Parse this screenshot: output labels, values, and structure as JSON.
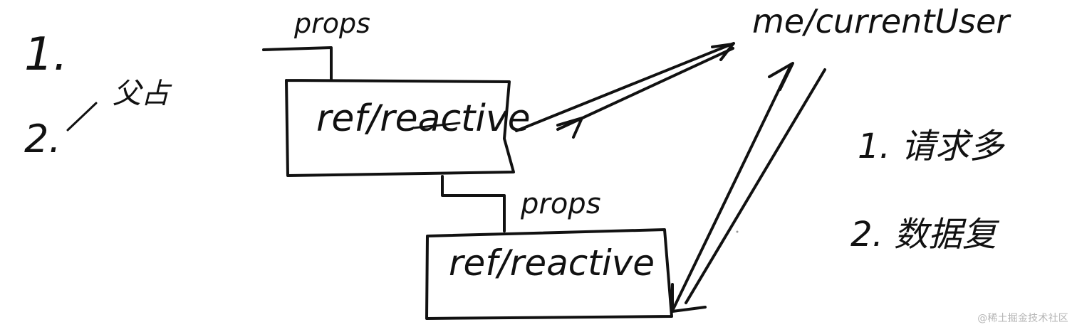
{
  "labels": {
    "props_top": "props",
    "props_middle": "props",
    "box_top": "ref/reactive",
    "box_bottom": "ref/reactive",
    "store_title": "me/currentUser",
    "left_list_1": "1.",
    "left_list_2": "2.",
    "left_note": "父占",
    "right_list_1": "1. 请求多",
    "right_list_2": "2. 数据复"
  },
  "watermark": "@稀土掘金技术社区"
}
